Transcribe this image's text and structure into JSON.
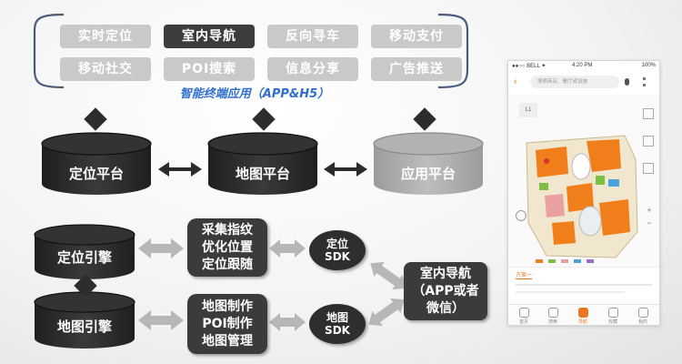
{
  "apps": {
    "buttons": [
      "实时定位",
      "室内导航",
      "反向寻车",
      "移动支付",
      "移动社交",
      "POI搜索",
      "信息分享",
      "广告推送"
    ],
    "active_index": 1,
    "title": "智能终端应用（APP&H5）"
  },
  "platforms": {
    "positioning": "定位平台",
    "map": "地图平台",
    "application": "应用平台"
  },
  "engines": {
    "positioning": "定位引擎",
    "map": "地图引擎"
  },
  "process": {
    "positioning_box": [
      "采集指纹",
      "优化位置",
      "定位跟随"
    ],
    "map_box": [
      "地图制作",
      "POI制作",
      "地图管理"
    ]
  },
  "sdk": {
    "positioning": [
      "定位",
      "SDK"
    ],
    "map": [
      "地图",
      "SDK"
    ]
  },
  "indoor_nav": [
    "室内导航",
    "（APP或者",
    "微信）"
  ],
  "colors": {
    "dark": "#2d2d2d",
    "button_gray": "#c9c9c9",
    "app_platform_gray": "#a9a9a9",
    "title_blue": "#2f6fd0",
    "arrow_gray": "#b5b5b5",
    "map_orange": "#f07f1b"
  },
  "phone": {
    "status_left": "●●○○ BELL ✦",
    "status_time": "4:20 PM",
    "status_right": "100%",
    "search_placeholder": "搜索商店、餐厅或设施",
    "floor_label": "L1",
    "tab_label": "方案一",
    "tabs": [
      "首页",
      "搜索",
      "导航",
      "收藏",
      "我的"
    ],
    "active_tab": 2,
    "icons": [
      "back-icon",
      "mic-icon",
      "location-pin-icon",
      "compass-icon",
      "zoom-in-icon",
      "zoom-out-icon"
    ]
  }
}
